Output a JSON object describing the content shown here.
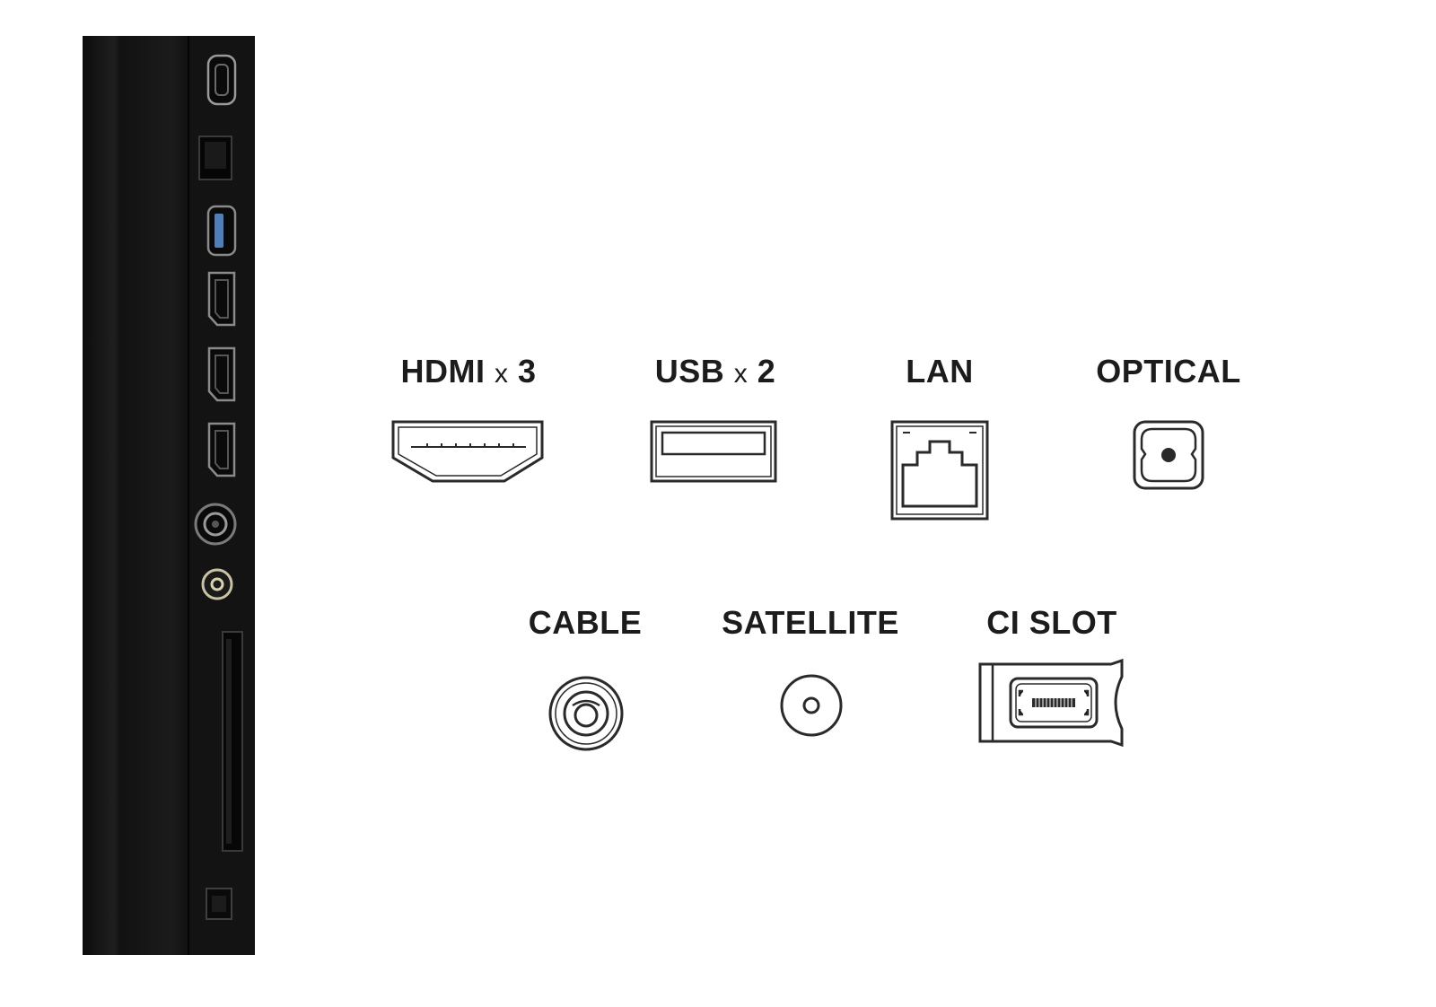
{
  "ports": {
    "hdmi": {
      "name": "HDMI",
      "times": "x",
      "count": "3"
    },
    "usb": {
      "name": "USB",
      "times": "x",
      "count": "2"
    },
    "lan": {
      "label": "LAN"
    },
    "optical": {
      "label": "OPTICAL"
    },
    "cable": {
      "label": "CABLE"
    },
    "satellite": {
      "label": "SATELLITE"
    },
    "ci_slot": {
      "label": "CI SLOT"
    }
  },
  "icons": {
    "panel": "tv-side-panel-icon",
    "hdmi": "hdmi-port-icon",
    "usb": "usb-port-icon",
    "lan": "lan-port-icon",
    "optical": "optical-port-icon",
    "cable": "cable-antenna-port-icon",
    "satellite": "satellite-port-icon",
    "ci_slot": "ci-slot-icon"
  },
  "colors": {
    "panel": "#151515",
    "line": "#2a2a2a",
    "usb_accent": "#4f7fb8"
  }
}
